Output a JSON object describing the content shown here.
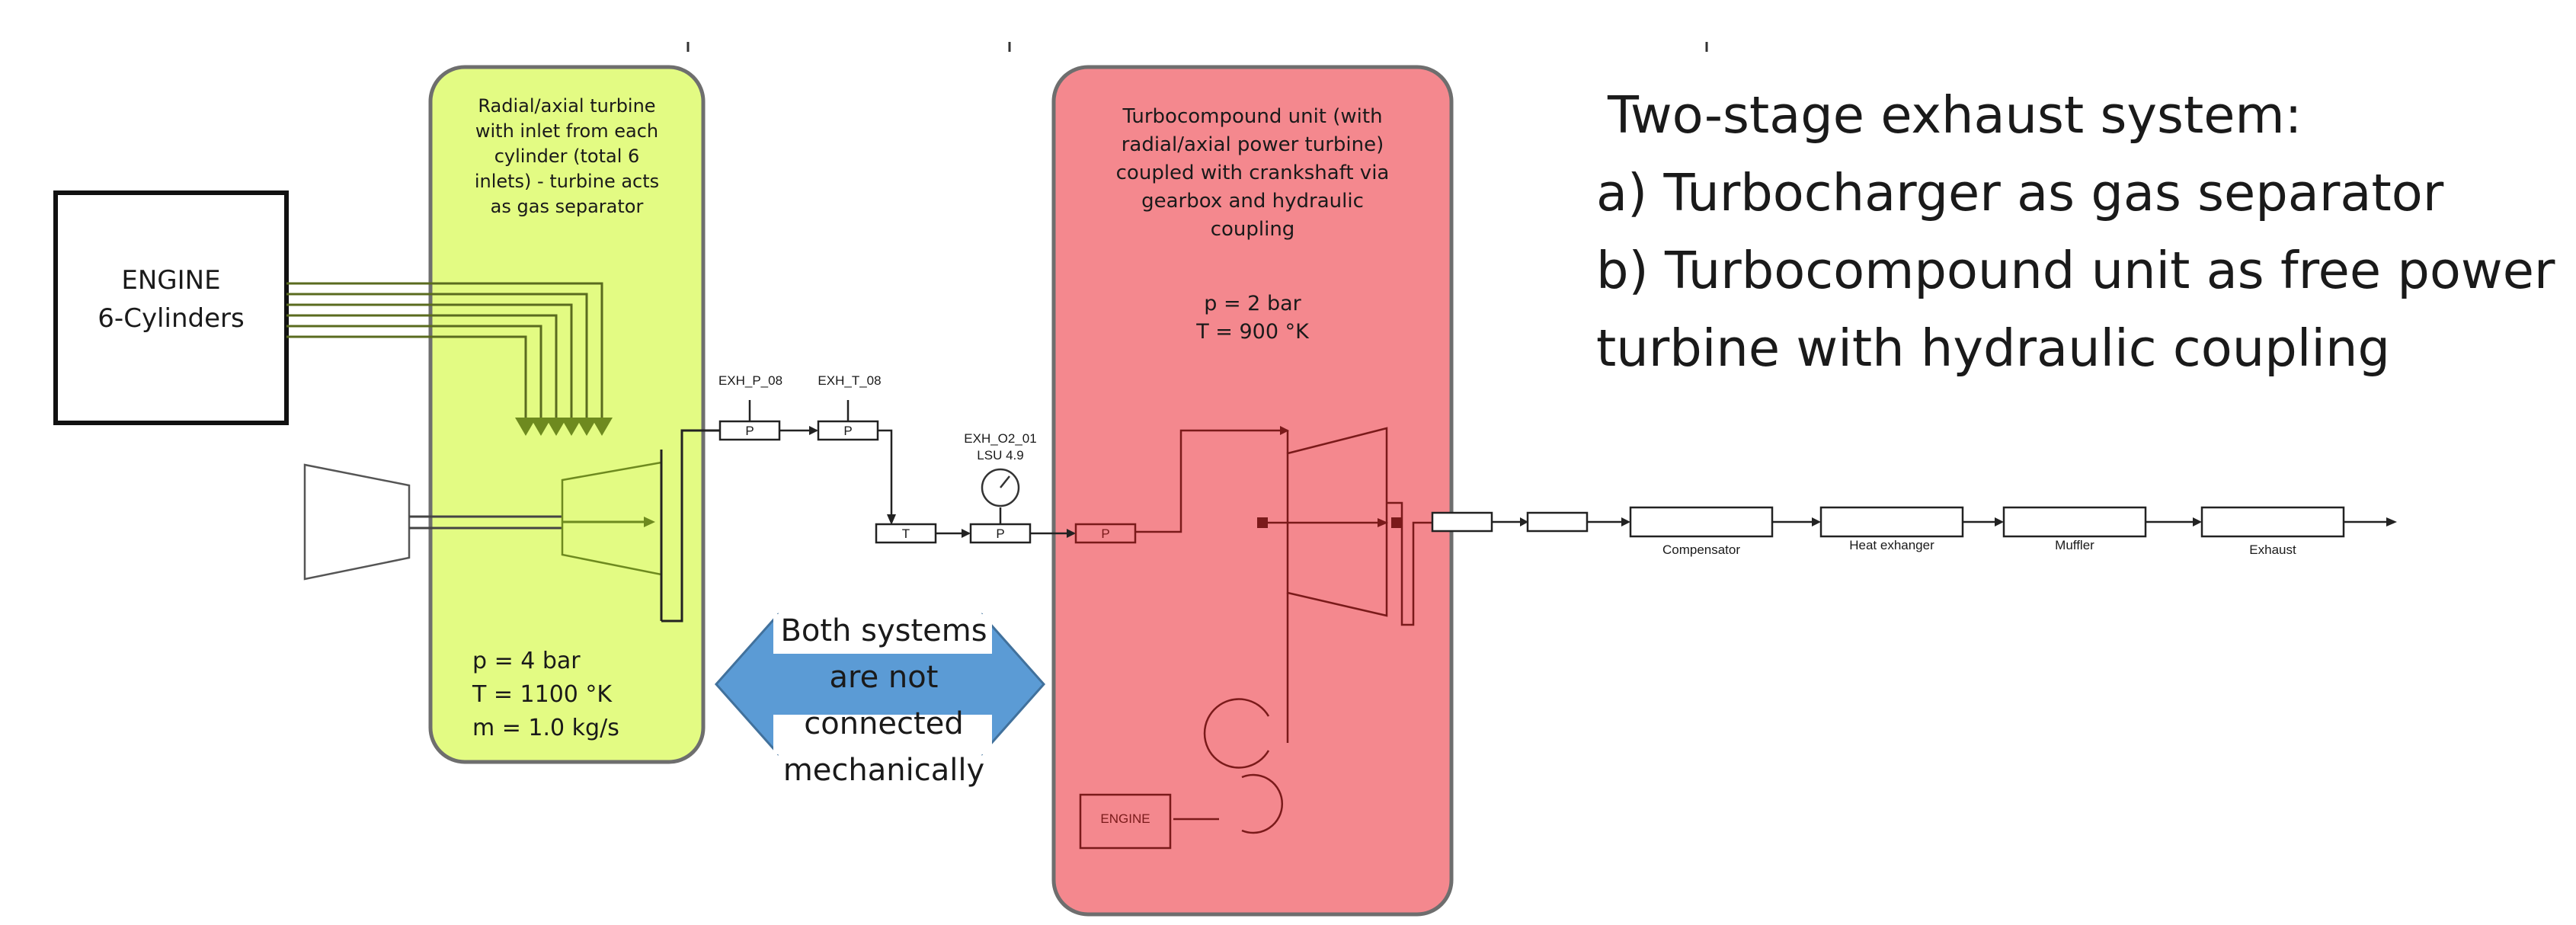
{
  "engine_block": {
    "title": "ENGINE",
    "subtitle": "6-Cylinders"
  },
  "turbocharger_box": {
    "description": [
      "Radial/axial turbine",
      "with inlet from each",
      "cylinder (total 6",
      "inlets) - turbine acts",
      "as gas separator"
    ],
    "params": [
      "p = 4 bar",
      "T = 1100 °K",
      "m = 1.0 kg/s"
    ],
    "fill_color": "#e3fb83"
  },
  "turbocompound_box": {
    "description": [
      "Turbocompound unit (with",
      "radial/axial power turbine)",
      "coupled with crankshaft via",
      "gearbox and hydraulic",
      "coupling"
    ],
    "params": [
      "p = 2 bar",
      "T =  900 °K"
    ],
    "fill_color": "#f4888e",
    "engine_label": "ENGINE"
  },
  "sensors": {
    "pressure_tag": "EXH_P_08",
    "temperature_tag": "EXH_T_08",
    "o2_tag": "EXH_O2_01",
    "o2_sub": "LSU 4.9",
    "p_symbol": "P",
    "t_symbol": "T"
  },
  "arrow_note": {
    "lines": [
      "Both systems",
      "are not",
      "connected",
      "mechanically"
    ],
    "color": "#5b9bd5"
  },
  "exhaust_chain": [
    "Compensator",
    "Heat exhanger",
    "Muffler",
    "Exhaust"
  ],
  "summary": {
    "heading": "Two-stage exhaust system:",
    "lines": [
      "a) Turbocharger as gas separator",
      "b) Turbocompound unit as free power",
      "turbine with hydraulic coupling"
    ]
  }
}
